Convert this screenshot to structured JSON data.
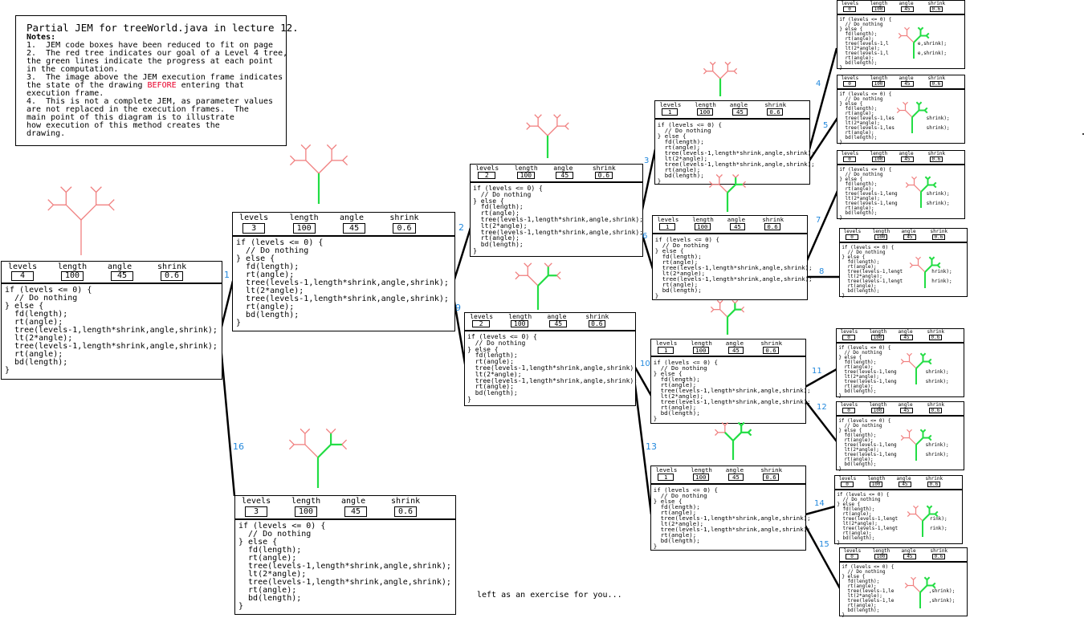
{
  "notes": {
    "title": "Partial JEM for treeWorld.java in lecture 12.",
    "heading": "Notes:",
    "line1": "1.  JEM code boxes have been reduced to fit on page",
    "line2": "2.  The red tree indicates our goal of a Level 4 tree,",
    "line3": "the green lines indicate the progress at each point",
    "line4": "in the computation.",
    "line5": "3.  The image above the JEM execution frame indicates",
    "line6a": "the state of the drawing ",
    "line6b": "BEFORE",
    "line6c": " entering that",
    "line7": "execution frame.",
    "line8": "4.  This is not a complete JEM, as parameter values",
    "line9": "are not replaced in the execution frames.  The",
    "line10": "main point of this diagram is to illustrate",
    "line11": "how execution of this method creates the",
    "line12": "drawing."
  },
  "labels": {
    "levels": "levels",
    "length": "length",
    "angle": "angle",
    "shrink": "shrink"
  },
  "code": {
    "full": [
      "if (levels <= 0) {",
      "  // Do nothing",
      "} else {",
      "  fd(length);",
      "  rt(angle);",
      "  tree(levels-1,length*shrink,angle,shrink);",
      "  lt(2*angle);",
      "  tree(levels-1,length*shrink,angle,shrink);",
      "  rt(angle);",
      "  bd(length);",
      "}"
    ],
    "trunc_e": [
      "if (levels <= 0) {",
      "  // Do nothing",
      "} else {",
      "  fd(length);",
      "  rt(angle);",
      "  tree(levels-1,l          e,shrink);",
      "  lt(2*angle);",
      "  tree(levels-1,l          e,shrink);",
      "  rt(angle);",
      "  bd(length);",
      "}"
    ],
    "trunc_les": [
      "if (levels <= 0) {",
      "  // Do nothing",
      "} else {",
      "  fd(length);",
      "  rt(angle);",
      "  tree(levels-1,les           shrink);",
      "  lt(2*angle);",
      "  tree(levels-1,les           shrink);",
      "  rt(angle);",
      "  bd(length);",
      "}"
    ],
    "trunc_leng": [
      "if (levels <= 0) {",
      "  // Do nothing",
      "} else {",
      "  fd(length);",
      "  rt(angle);",
      "  tree(levels-1,leng          shrink);",
      "  lt(2*angle);",
      "  tree(levels-1,leng          shrink);",
      "  rt(angle);",
      "  bd(length);",
      "}"
    ],
    "trunc_lengt": [
      "if (levels <= 0) {",
      "  // Do nothing",
      "} else {",
      "  fd(length);",
      "  rt(angle);",
      "  tree(levels-1,lengt          hrink);",
      "  lt(2*angle);",
      "  tree(levels-1,lengt          hrink);",
      "  rt(angle);",
      "  bd(length);",
      "}"
    ],
    "trunc_rink": [
      "if (levels <= 0) {",
      "  // Do nothing",
      "} else {",
      "  fd(length);",
      "  rt(angle);",
      "  tree(levels-1,lengt           rink);",
      "  lt(2*angle);",
      "  tree(levels-1,lengt           rink);",
      "  rt(angle);",
      "  bd(length);",
      "}"
    ],
    "trunc_le": [
      "if (levels <= 0) {",
      "  // Do nothing",
      "} else {",
      "  fd(length);",
      "  rt(angle);",
      "  tree(levels-1,le            ,shrink);",
      "  lt(2*angle);",
      "  tree(levels-1,le            ,shrink);",
      "  rt(angle);",
      "  bd(length);",
      "}"
    ]
  },
  "frames": [
    {
      "levels": "4",
      "length": "100",
      "angle": "45",
      "shrink": "0.6"
    },
    {
      "levels": "3",
      "length": "100",
      "angle": "45",
      "shrink": "0.6"
    },
    {
      "levels": "3",
      "length": "100",
      "angle": "45",
      "shrink": "0.6"
    },
    {
      "levels": "2",
      "length": "100",
      "angle": "45",
      "shrink": "0.6"
    },
    {
      "levels": "2",
      "length": "100",
      "angle": "45",
      "shrink": "0.6"
    },
    {
      "levels": "1",
      "length": "100",
      "angle": "45",
      "shrink": "0.6"
    },
    {
      "levels": "1",
      "length": "100",
      "angle": "45",
      "shrink": "0.6"
    },
    {
      "levels": "1",
      "length": "100",
      "angle": "45",
      "shrink": "0.6"
    },
    {
      "levels": "1",
      "length": "100",
      "angle": "45",
      "shrink": "0.6"
    },
    {
      "levels": "0",
      "length": "100",
      "angle": "45",
      "shrink": "0.6"
    },
    {
      "levels": "0",
      "length": "100",
      "angle": "45",
      "shrink": "0.6"
    },
    {
      "levels": "0",
      "length": "100",
      "angle": "45",
      "shrink": "0.6"
    },
    {
      "levels": "0",
      "length": "100",
      "angle": "45",
      "shrink": "0.6"
    },
    {
      "levels": "0",
      "length": "100",
      "angle": "45",
      "shrink": "0.6"
    },
    {
      "levels": "0",
      "length": "100",
      "angle": "45",
      "shrink": "0.6"
    },
    {
      "levels": "0",
      "length": "100",
      "angle": "45",
      "shrink": "0.6"
    },
    {
      "levels": "0",
      "length": "100",
      "angle": "45",
      "shrink": "0.6"
    }
  ],
  "call_numbers": [
    "1",
    "2",
    "3",
    "4",
    "5",
    "6",
    "7",
    "8",
    "9",
    "10",
    "11",
    "12",
    "13",
    "14",
    "15",
    "16"
  ],
  "exercise": "left as an exercise for you...",
  "colors": {
    "goal_tree": "#f08080",
    "progress": "#22dd44",
    "call_number": "#2288dd",
    "before": "#e8002a"
  }
}
